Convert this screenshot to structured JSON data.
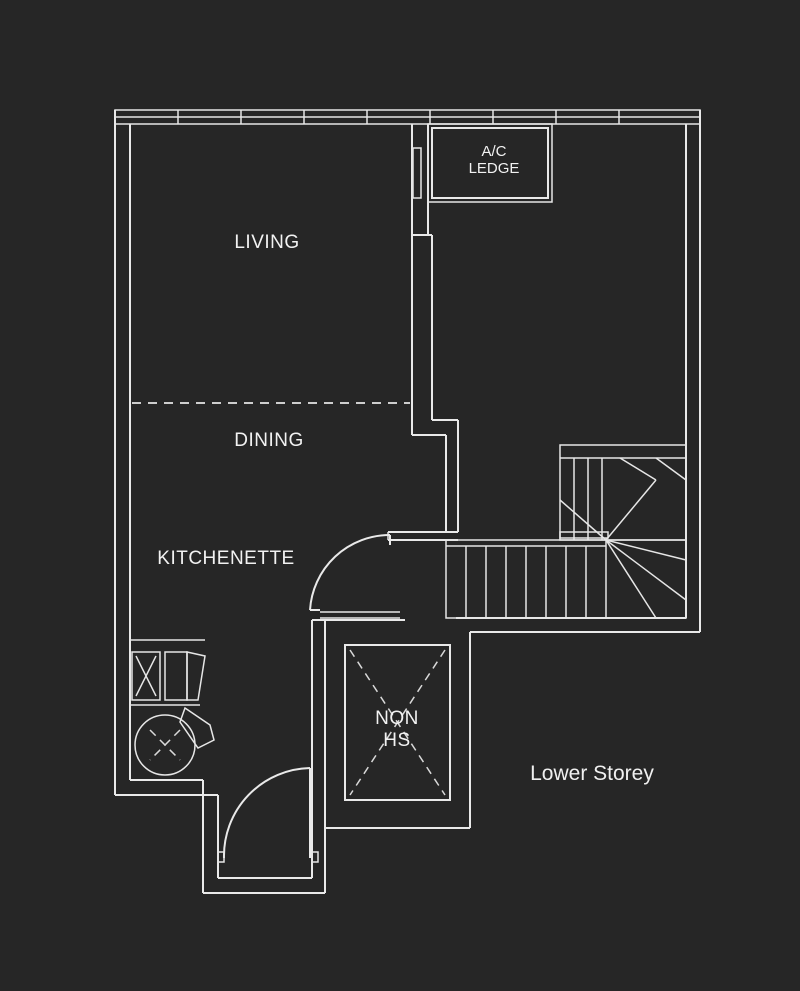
{
  "rooms": {
    "living": "LIVING",
    "dining": "DINING",
    "kitchenette": "KITCHENETTE",
    "ac_ledge_line1": "A/C",
    "ac_ledge_line2": "LEDGE",
    "non_hs_line1": "NON",
    "non_hs_line2": "HS"
  },
  "caption": "Lower Storey",
  "colors": {
    "background": "#262626",
    "lines": "#e9e9e9"
  }
}
